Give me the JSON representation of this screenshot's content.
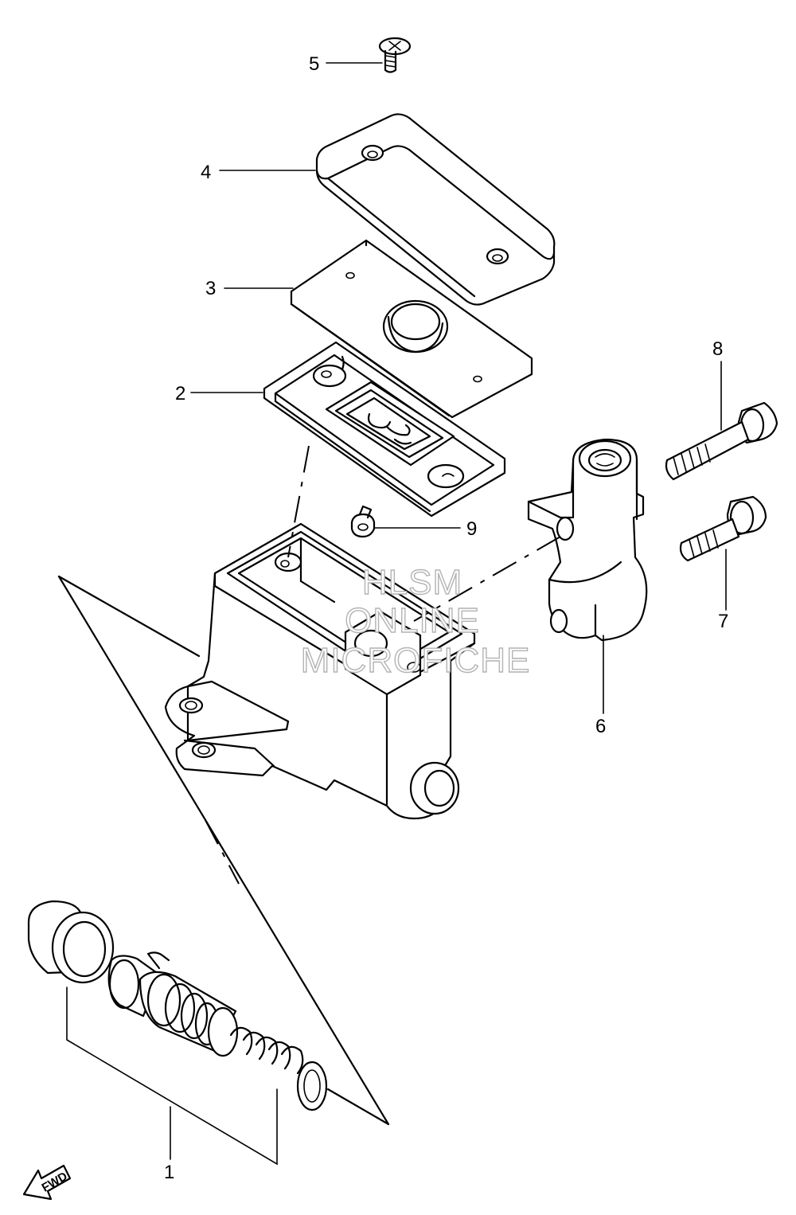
{
  "callouts": [
    {
      "id": "1",
      "label": "1"
    },
    {
      "id": "2",
      "label": "2"
    },
    {
      "id": "3",
      "label": "3"
    },
    {
      "id": "4",
      "label": "4"
    },
    {
      "id": "5",
      "label": "5"
    },
    {
      "id": "6",
      "label": "6"
    },
    {
      "id": "7",
      "label": "7"
    },
    {
      "id": "8",
      "label": "8"
    },
    {
      "id": "9",
      "label": "9"
    }
  ],
  "watermark": {
    "line1": "HLSM",
    "line2": "ONLINE",
    "line3": "MICROFICHE"
  },
  "fwd_badge": "FWD",
  "colors": {
    "line": "#000000",
    "background": "#ffffff",
    "watermark_outline": "#b3b3b3"
  }
}
